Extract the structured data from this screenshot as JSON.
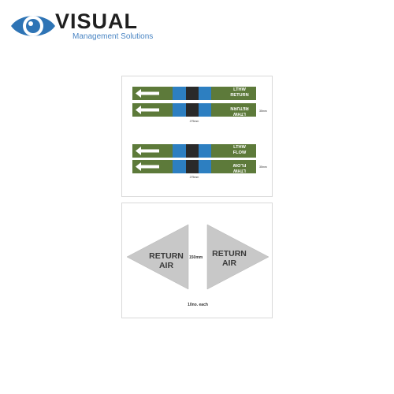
{
  "brand": {
    "name": "VISUAL",
    "subtitle": "Management Solutions",
    "colors": {
      "eye_blue": "#2e74b5",
      "text_dark": "#1f1f1f",
      "subtitle": "#4a85c3"
    }
  },
  "sheet_top": {
    "colors": {
      "band": "#5d7a3a",
      "blue": "#2d7fc1",
      "black": "#2a2a2a"
    },
    "markers": [
      {
        "label": "LTHW RETURN",
        "line1": "LTHW",
        "line2": "RETURN",
        "arrow": "left-arrow-icon"
      },
      {
        "label": "LTHW RETURN",
        "line1": "LTHW",
        "line2": "RETURN",
        "arrow": "left-arrow-icon",
        "upside_down": true
      },
      {
        "label": "LTHW FLOW",
        "line1": "LTHW",
        "line2": "FLOW",
        "arrow": "left-arrow-icon"
      },
      {
        "label": "LTHW FLOW",
        "line1": "LTHW",
        "line2": "FLOW",
        "arrow": "left-arrow-icon",
        "upside_down": true
      }
    ],
    "width_note": "275mm",
    "side_note": "35mm"
  },
  "sheet_bottom": {
    "arrow_color": "#c8c8c8",
    "left_label_line1": "RETURN",
    "left_label_line2": "AIR",
    "right_label_line1": "RETURN",
    "right_label_line2": "AIR",
    "dimension": "150mm",
    "quantity": "10no. each"
  }
}
